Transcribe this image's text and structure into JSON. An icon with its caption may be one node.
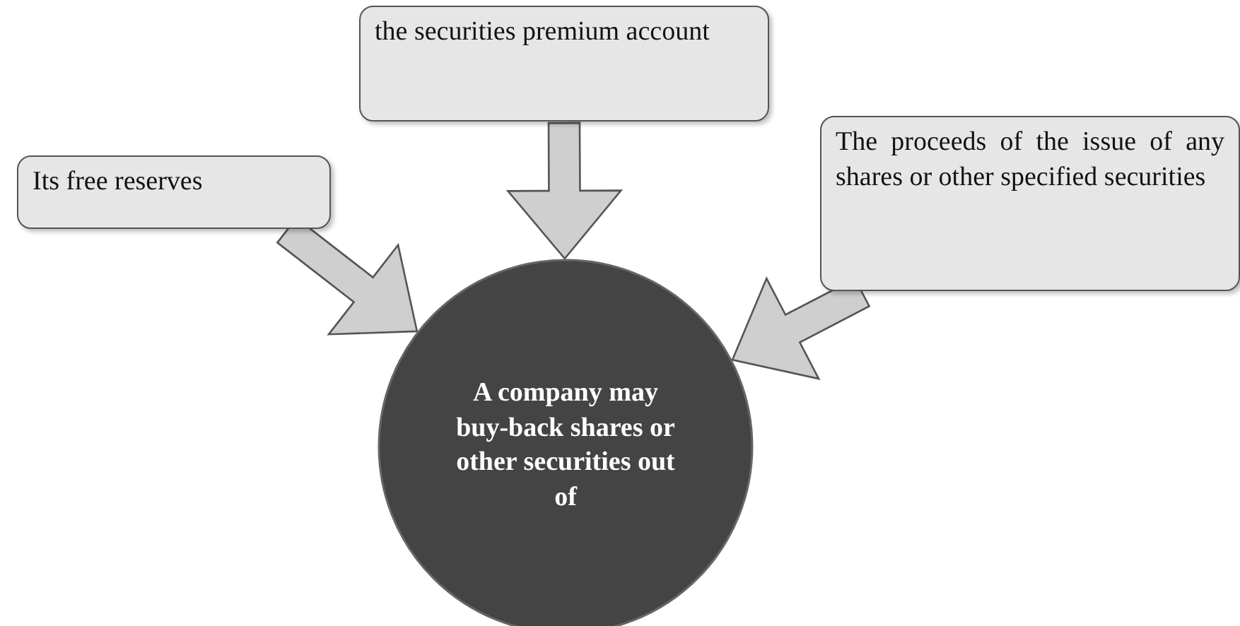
{
  "diagram": {
    "nodes": [
      {
        "text": [
          "the securities premium account"
        ]
      },
      {
        "text": [
          "Its free reserves"
        ]
      },
      {
        "text": [
          "The proceeds of the issue of any shares or other specified securities"
        ]
      },
      {
        "text": [
          "A company may buy-back shares or other securities out of"
        ]
      }
    ],
    "edges": [
      {
        "from": 0,
        "to": 3,
        "arrow": "to"
      },
      {
        "from": 1,
        "to": 3,
        "arrow": "to"
      },
      {
        "from": 2,
        "to": 3,
        "arrow": "to"
      }
    ]
  }
}
